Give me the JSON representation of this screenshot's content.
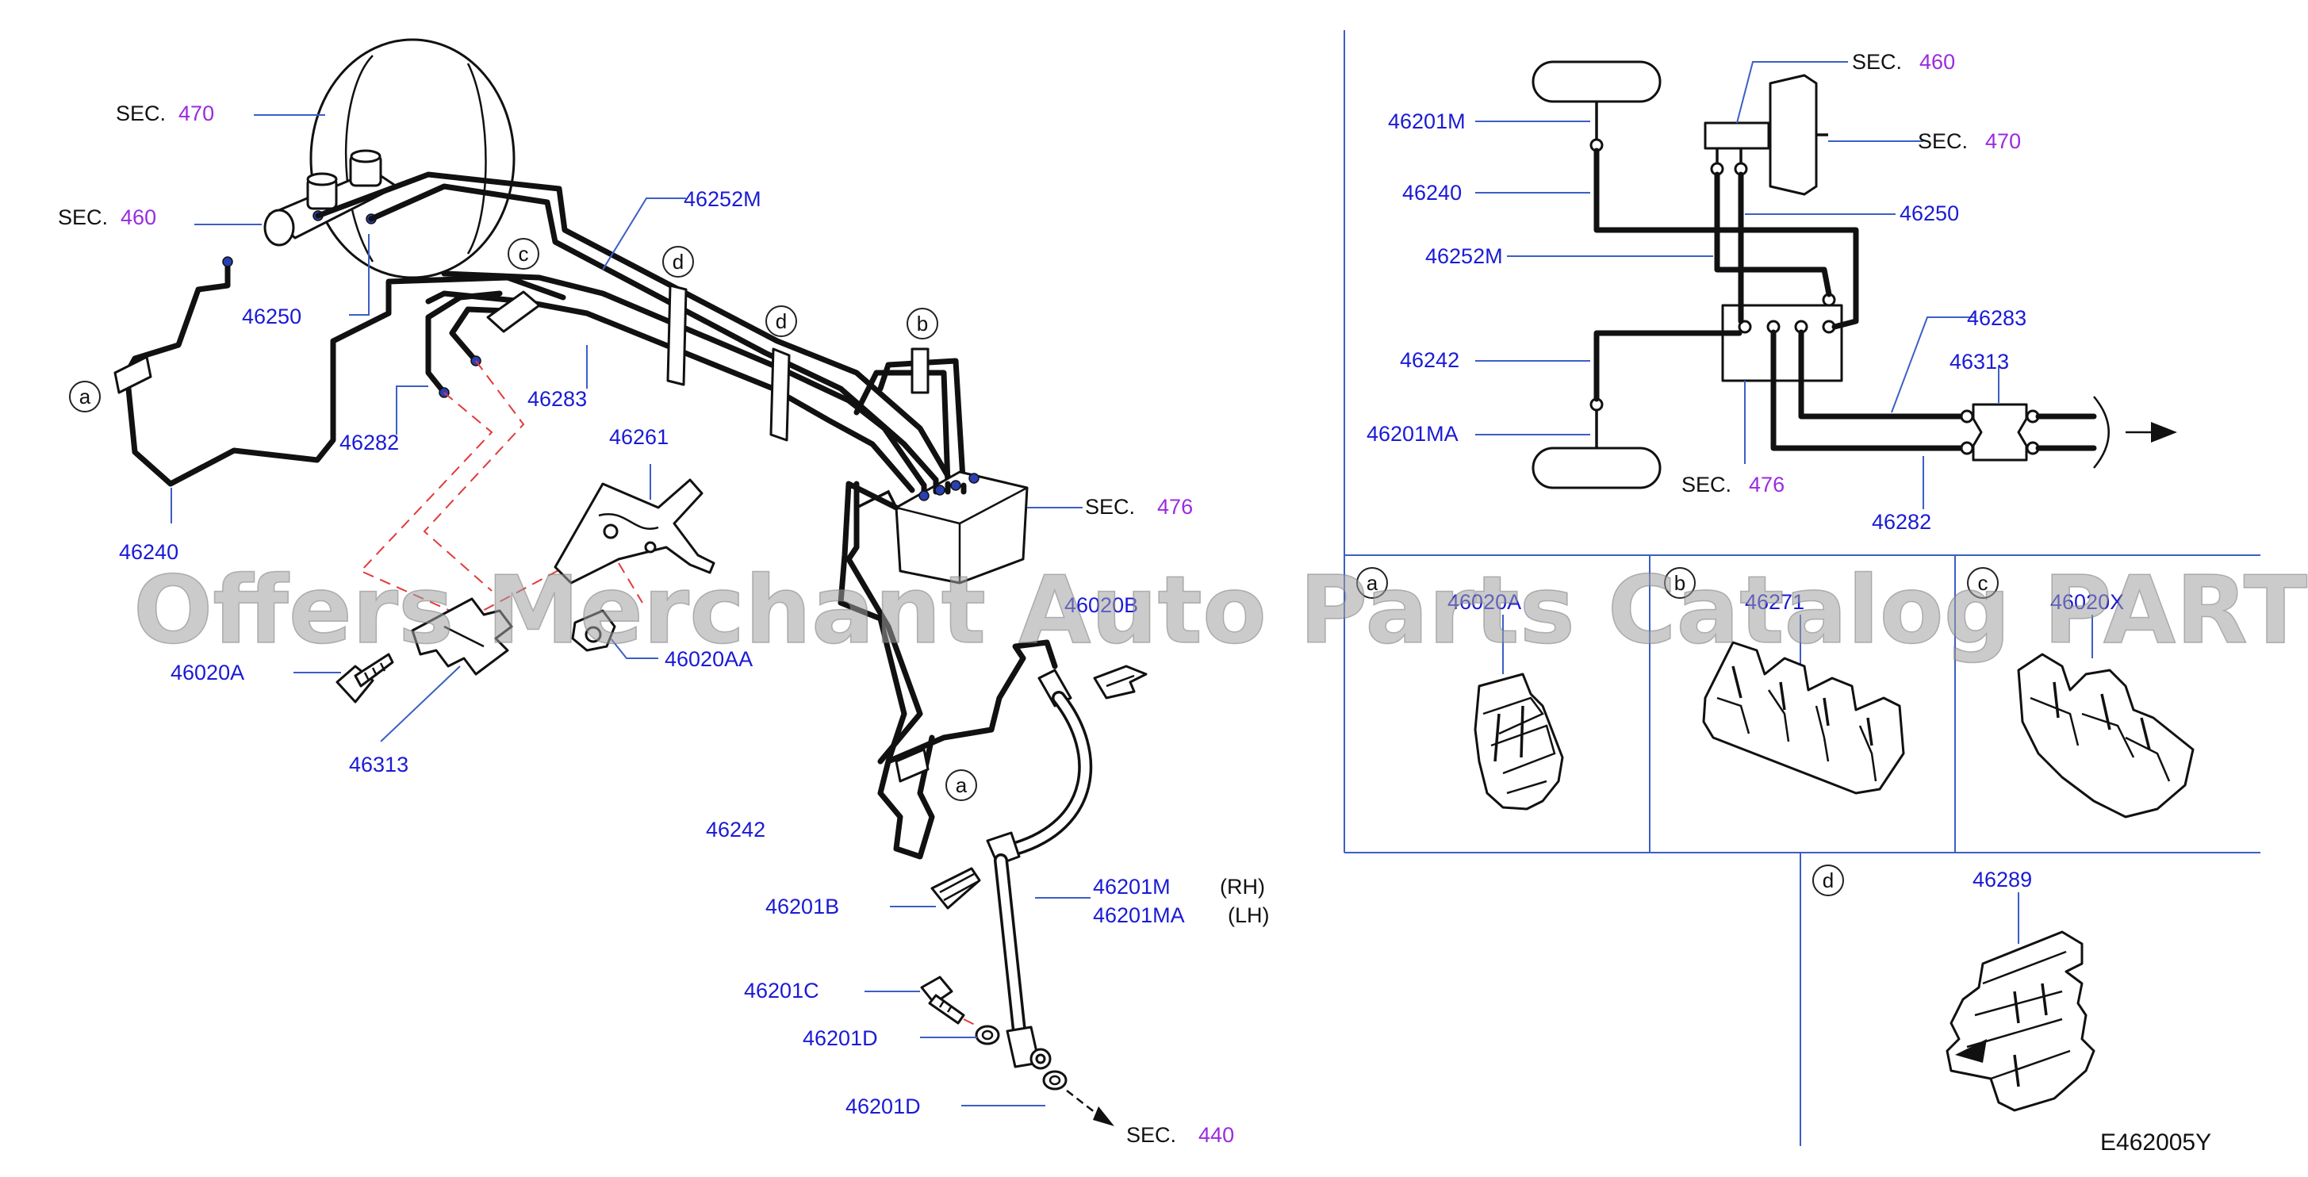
{
  "diagram_code": "E462005Y",
  "watermark": "Offers Merchant Auto Parts Catalog PARTSTORE.SA",
  "colors": {
    "part_number": "#1a1ad6",
    "section_number": "#9a2be0",
    "leader": "#3b5fc4",
    "dashed_guide": "#e23a3a"
  },
  "sec_word": "SEC.",
  "main_section_refs": [
    {
      "id": "sec-470-main",
      "num": "470"
    },
    {
      "id": "sec-460-main",
      "num": "460"
    },
    {
      "id": "sec-476-main",
      "num": "476"
    },
    {
      "id": "sec-440-main",
      "num": "440"
    }
  ],
  "main_parts": {
    "p46250": "46250",
    "p46252M": "46252M",
    "p46240": "46240",
    "p46282": "46282",
    "p46283": "46283",
    "p46261": "46261",
    "p46020A": "46020A",
    "p46020AA": "46020AA",
    "p46313": "46313",
    "p46020B": "46020B",
    "p46242": "46242",
    "p46201B": "46201B",
    "p46201M": "46201M",
    "p46201MA": "46201MA",
    "p46201C": "46201C",
    "p46201D_1": "46201D",
    "p46201D_2": "46201D"
  },
  "side_labels": {
    "rh": "(RH)",
    "lh": "(LH)"
  },
  "clip_markers": {
    "a": "a",
    "b": "b",
    "c": "c",
    "d": "d"
  },
  "schematic": {
    "sec_460": "460",
    "sec_470": "470",
    "sec_476": "476",
    "labels": {
      "l46201M": "46201M",
      "l46240": "46240",
      "l46252M": "46252M",
      "l46242": "46242",
      "l46201MA": "46201MA",
      "l46250": "46250",
      "l46283": "46283",
      "l46313": "46313",
      "l46282": "46282"
    }
  },
  "detail_panels": [
    {
      "letter": "a",
      "part": "46020A"
    },
    {
      "letter": "b",
      "part": "46271"
    },
    {
      "letter": "c",
      "part": "46020X"
    },
    {
      "letter": "d",
      "part": "46289"
    }
  ]
}
